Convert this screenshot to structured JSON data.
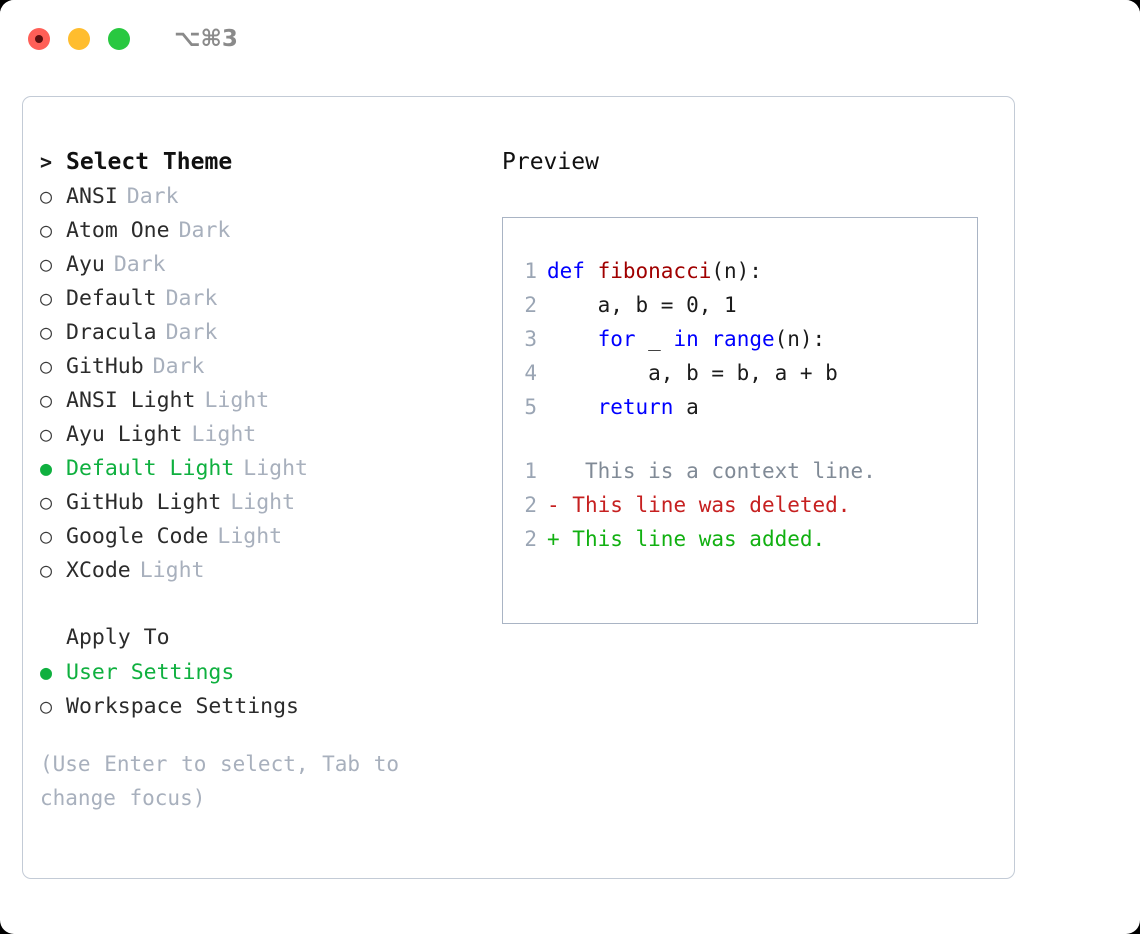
{
  "titlebar": {
    "shortcut": "⌥⌘3",
    "lights": [
      {
        "name": "close",
        "color": "#ff5f57"
      },
      {
        "name": "minimize",
        "color": "#ffbd2e"
      },
      {
        "name": "maximize",
        "color": "#28c840"
      }
    ]
  },
  "colors": {
    "selected_green": "#0fb03f",
    "muted_gray": "#a8b0bd",
    "panel_border": "#c3cbd6",
    "code_border": "#a9b4c4",
    "keyword_blue": "#0000ff",
    "function_red": "#a00000",
    "diff_deleted": "#c62020",
    "diff_added": "#11b011",
    "line_number": "#9aa5b4"
  },
  "theme_picker": {
    "heading": "Select Theme",
    "caret": ">",
    "bullet_selected": "●",
    "bullet_unselected": "○",
    "items": [
      {
        "label": "ANSI",
        "variant": "Dark",
        "selected": false
      },
      {
        "label": "Atom One",
        "variant": "Dark",
        "selected": false
      },
      {
        "label": "Ayu",
        "variant": "Dark",
        "selected": false
      },
      {
        "label": "Default",
        "variant": "Dark",
        "selected": false
      },
      {
        "label": "Dracula",
        "variant": "Dark",
        "selected": false
      },
      {
        "label": "GitHub",
        "variant": "Dark",
        "selected": false
      },
      {
        "label": "ANSI Light",
        "variant": "Light",
        "selected": false
      },
      {
        "label": "Ayu Light",
        "variant": "Light",
        "selected": false
      },
      {
        "label": "Default Light",
        "variant": "Light",
        "selected": true
      },
      {
        "label": "GitHub Light",
        "variant": "Light",
        "selected": false
      },
      {
        "label": "Google Code",
        "variant": "Light",
        "selected": false
      },
      {
        "label": "XCode",
        "variant": "Light",
        "selected": false
      }
    ]
  },
  "apply_to": {
    "heading": "Apply To",
    "items": [
      {
        "label": "User Settings",
        "selected": true
      },
      {
        "label": "Workspace Settings",
        "selected": false
      }
    ]
  },
  "hint": "(Use Enter to select, Tab to change focus)",
  "preview": {
    "title": "Preview",
    "code_lines": [
      {
        "lineno": "1",
        "tokens": [
          {
            "text": "def ",
            "kind": "kw"
          },
          {
            "text": "fibonacci",
            "kind": "fn"
          },
          {
            "text": "(n):",
            "kind": "plain"
          }
        ]
      },
      {
        "lineno": "2",
        "tokens": [
          {
            "text": "    a, b = 0, 1",
            "kind": "plain"
          }
        ]
      },
      {
        "lineno": "3",
        "tokens": [
          {
            "text": "    ",
            "kind": "plain"
          },
          {
            "text": "for",
            "kind": "kw"
          },
          {
            "text": " _ ",
            "kind": "plain"
          },
          {
            "text": "in",
            "kind": "kw"
          },
          {
            "text": " ",
            "kind": "plain"
          },
          {
            "text": "range",
            "kind": "kw"
          },
          {
            "text": "(n):",
            "kind": "plain"
          }
        ]
      },
      {
        "lineno": "4",
        "tokens": [
          {
            "text": "        a, b = b, a + b",
            "kind": "plain"
          }
        ]
      },
      {
        "lineno": "5",
        "tokens": [
          {
            "text": "    ",
            "kind": "plain"
          },
          {
            "text": "return",
            "kind": "kw"
          },
          {
            "text": " a",
            "kind": "plain"
          }
        ]
      }
    ],
    "diff_lines": [
      {
        "lineno": "1",
        "marker": " ",
        "text": "  This is a context line.",
        "kind": "ctx"
      },
      {
        "lineno": "2",
        "marker": "-",
        "text": " This line was deleted.",
        "kind": "del"
      },
      {
        "lineno": "2",
        "marker": "+",
        "text": " This line was added.",
        "kind": "add"
      }
    ]
  }
}
